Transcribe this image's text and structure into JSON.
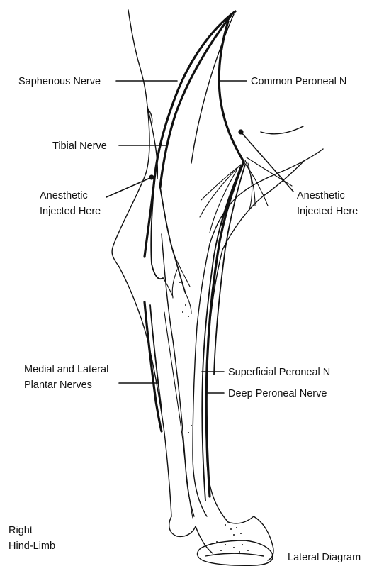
{
  "labels": {
    "saphenous_nerve": "Saphenous Nerve",
    "common_peroneal": "Common Peroneal N",
    "tibial_nerve": "Tibial Nerve",
    "anesthetic_left_line1": "Anesthetic",
    "anesthetic_left_line2": "Injected Here",
    "anesthetic_right_line1": "Anesthetic",
    "anesthetic_right_line2": "Injected Here",
    "plantar_line1": "Medial and Lateral",
    "plantar_line2": "Plantar Nerves",
    "superficial_peroneal": "Superficial Peroneal N",
    "deep_peroneal": "Deep Peroneal Nerve",
    "limb_line1": "Right",
    "limb_line2": "Hind-Limb",
    "view": "Lateral Diagram"
  },
  "colors": {
    "ink": "#111111",
    "background": "#ffffff"
  }
}
